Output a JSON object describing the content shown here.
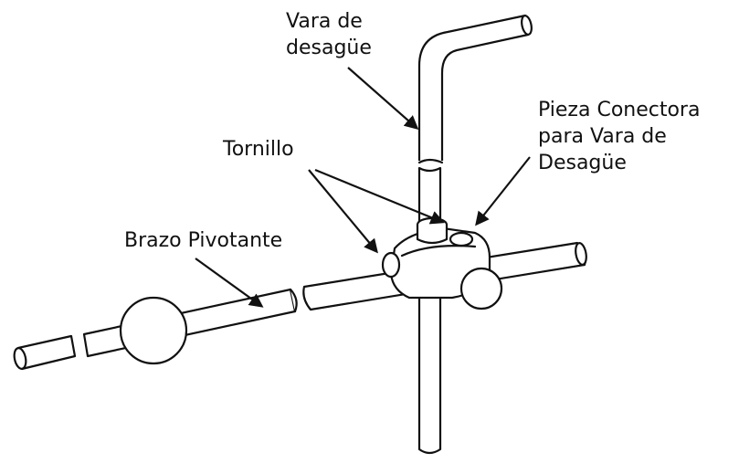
{
  "labels": {
    "drain_rod": [
      "Vara de",
      "desagüe"
    ],
    "connector": [
      "Pieza Conectora",
      "para Vara de",
      "Desagüe"
    ],
    "screw": "Tornillo",
    "pivot_arm": "Brazo Pivotante"
  }
}
